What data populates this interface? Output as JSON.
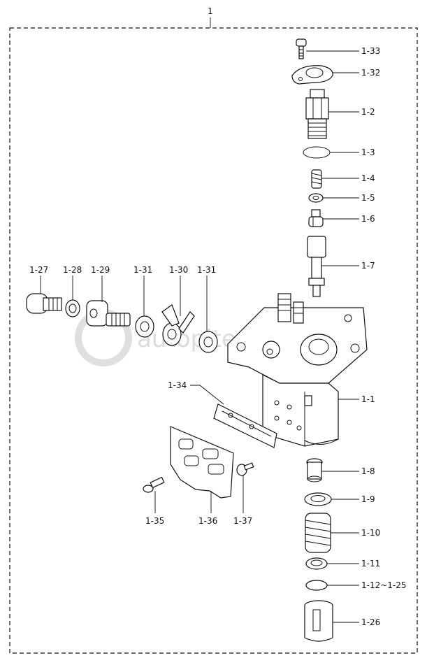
{
  "assembly_label": "1",
  "callouts": {
    "c1_33": "1-33",
    "c1_32": "1-32",
    "c1_2": "1-2",
    "c1_3": "1-3",
    "c1_4": "1-4",
    "c1_5": "1-5",
    "c1_6": "1-6",
    "c1_7": "1-7",
    "c1_1": "1-1",
    "c1_8": "1-8",
    "c1_9": "1-9",
    "c1_10": "1-10",
    "c1_11": "1-11",
    "c1_12_25": "1-12~1-25",
    "c1_26": "1-26",
    "c1_27": "1-27",
    "c1_28": "1-28",
    "c1_29": "1-29",
    "c1_31a": "1-31",
    "c1_30": "1-30",
    "c1_31b": "1-31",
    "c1_34": "1-34",
    "c1_35": "1-35",
    "c1_36": "1-36",
    "c1_37": "1-37"
  },
  "watermark": "autopiter.ru"
}
